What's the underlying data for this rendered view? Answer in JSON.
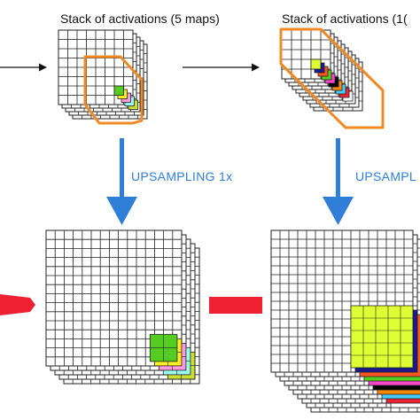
{
  "titles": {
    "left": "Stack of activations (5 maps)",
    "right": "Stack of activations (1("
  },
  "upsampling": {
    "left": "UPSAMPLING 1x",
    "right": "UPSAMPL"
  },
  "colors": {
    "grid": "#222222",
    "highlight_outline": "#f08a24",
    "arrow_blue": "#2f7fd9",
    "upsampling_text": "#2f7fd9",
    "bar_red": "#ee2233",
    "map_colors_5": [
      "#55cc22",
      "#ffee22",
      "#ff99dd",
      "#99ffee",
      "#ccdd33"
    ],
    "map_colors_10": [
      "#ddff33",
      "#1a1a8c",
      "#ff5522",
      "#55cc22",
      "#ff44cc",
      "#000000",
      "#ff8800",
      "#44ccff",
      "#ee2233",
      "#ffffff"
    ]
  }
}
